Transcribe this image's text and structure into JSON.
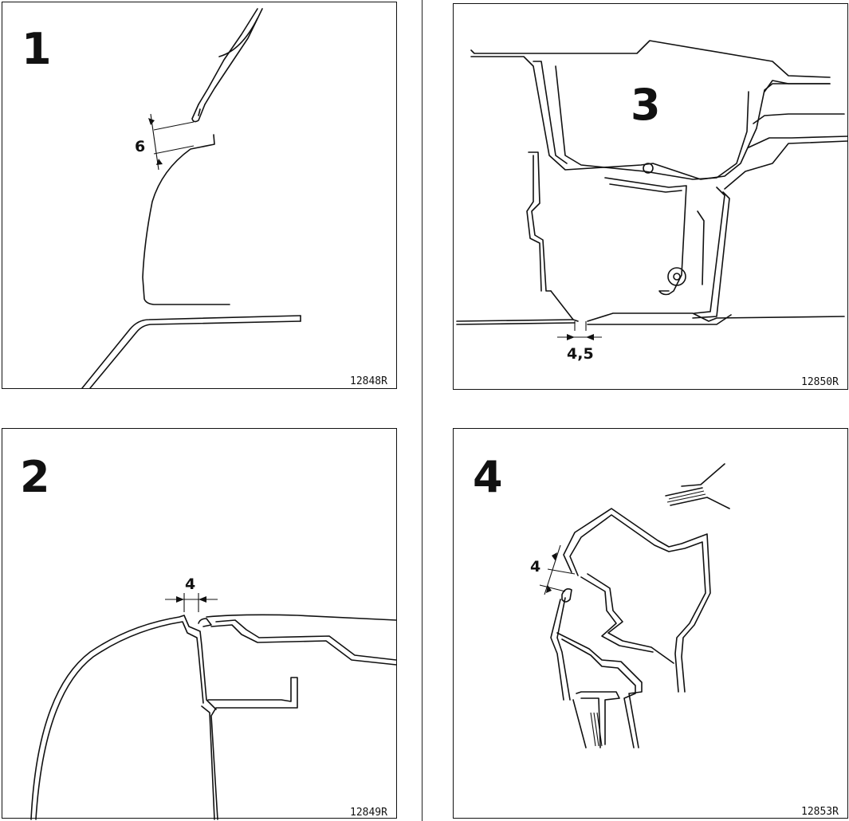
{
  "panels": [
    {
      "number": "1",
      "dimension": "6",
      "reference": "12848R"
    },
    {
      "number": "3",
      "dimension": "4,5",
      "reference": "12850R"
    },
    {
      "number": "2",
      "dimension": "4",
      "reference": "12849R"
    },
    {
      "number": "4",
      "dimension": "4",
      "reference": "12853R"
    }
  ],
  "colors": {
    "ink": "#111111",
    "paper": "#ffffff"
  }
}
